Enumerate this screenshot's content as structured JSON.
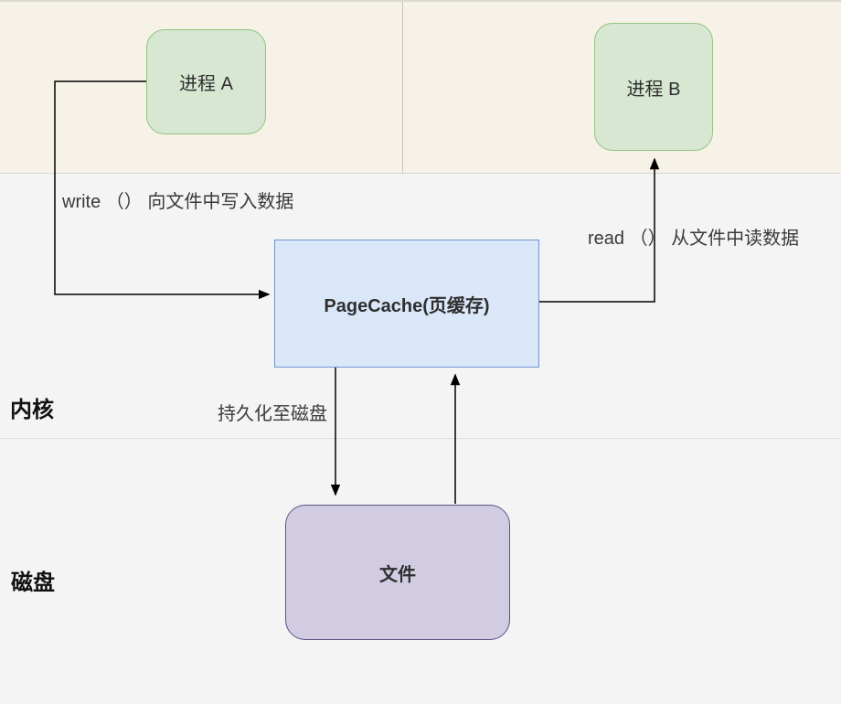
{
  "sections": {
    "kernel_label": "内核",
    "disk_label": "磁盘"
  },
  "nodes": {
    "process_a": "进程 A",
    "process_b": "进程 B",
    "page_cache": "PageCache(页缓存)",
    "file": "文件"
  },
  "edge_labels": {
    "write": "write （） 向文件中写入数据",
    "read": "read （） 从文件中读数据",
    "persist": "持久化至磁盘"
  },
  "colors": {
    "user_space_bg": "#f7f2e7",
    "kernel_disk_bg": "#f4f4f5",
    "process_fill": "#d7e7d2",
    "process_border": "#94c57f",
    "cache_fill": "#dae7f9",
    "cache_border": "#6e95ce",
    "file_fill": "#d2cce3",
    "file_border": "#5d5286",
    "line": "#000000",
    "divider": "#d8d8d8"
  }
}
